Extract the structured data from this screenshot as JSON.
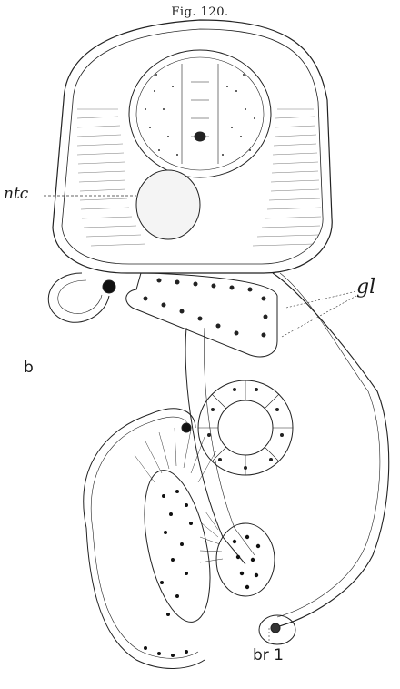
{
  "figure": {
    "title": "Fig. 120.",
    "labels": {
      "ntc": "ntc",
      "b": "b",
      "gl": "gl",
      "br1": "br 1"
    }
  }
}
